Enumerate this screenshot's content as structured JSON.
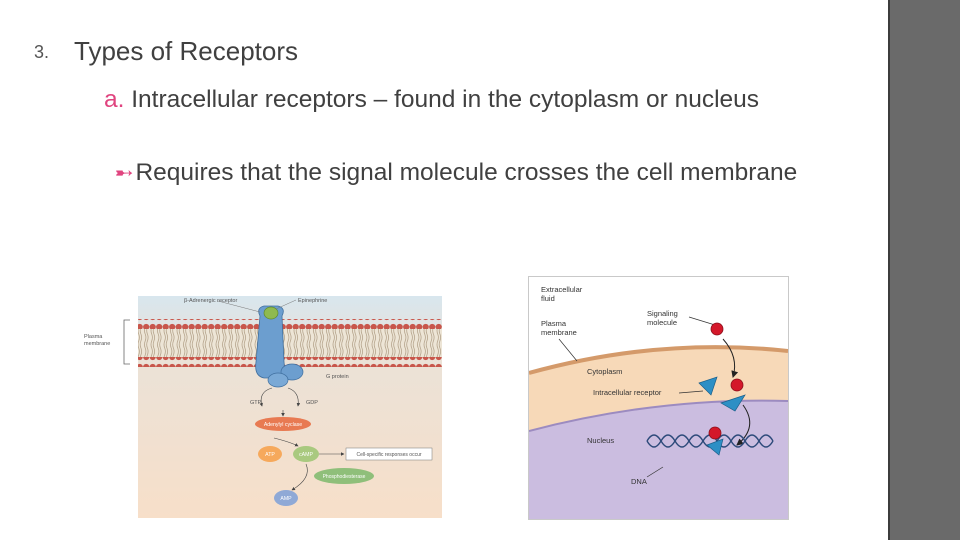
{
  "slide": {
    "heading_number": "3.",
    "heading": "Types of Receptors",
    "sub_letter": "a.",
    "sub_text": "Intracellular receptors – found in the cytoplasm or nucleus",
    "bullet_text": "Requires that the signal molecule crosses the cell membrane"
  },
  "left_figure": {
    "receptor_label": "β-Adrenergic receptor",
    "ligand_label": "Epinephrine",
    "membrane_label_line1": "Plasma",
    "membrane_label_line2": "membrane",
    "gprotein_label": "G protein",
    "gtp": "GTP",
    "gdp": "GDP",
    "enzyme": "Adenylyl cyclase",
    "atp": "ATP",
    "camp": "cAMP",
    "response": "Cell-specific responses occur",
    "pde": "Phosphodiesterase",
    "amp": "AMP"
  },
  "right_figure": {
    "extracellular_line1": "Extracellular",
    "extracellular_line2": "fluid",
    "signal_line1": "Signaling",
    "signal_line2": "molecule",
    "membrane_line1": "Plasma",
    "membrane_line2": "membrane",
    "cytoplasm": "Cytoplasm",
    "receptor": "Intracellular receptor",
    "nucleus": "Nucleus",
    "dna": "DNA"
  },
  "colors": {
    "accent_pink": "#e0447f",
    "text_gray": "#404040",
    "side_bar": "#6a6a6a"
  }
}
